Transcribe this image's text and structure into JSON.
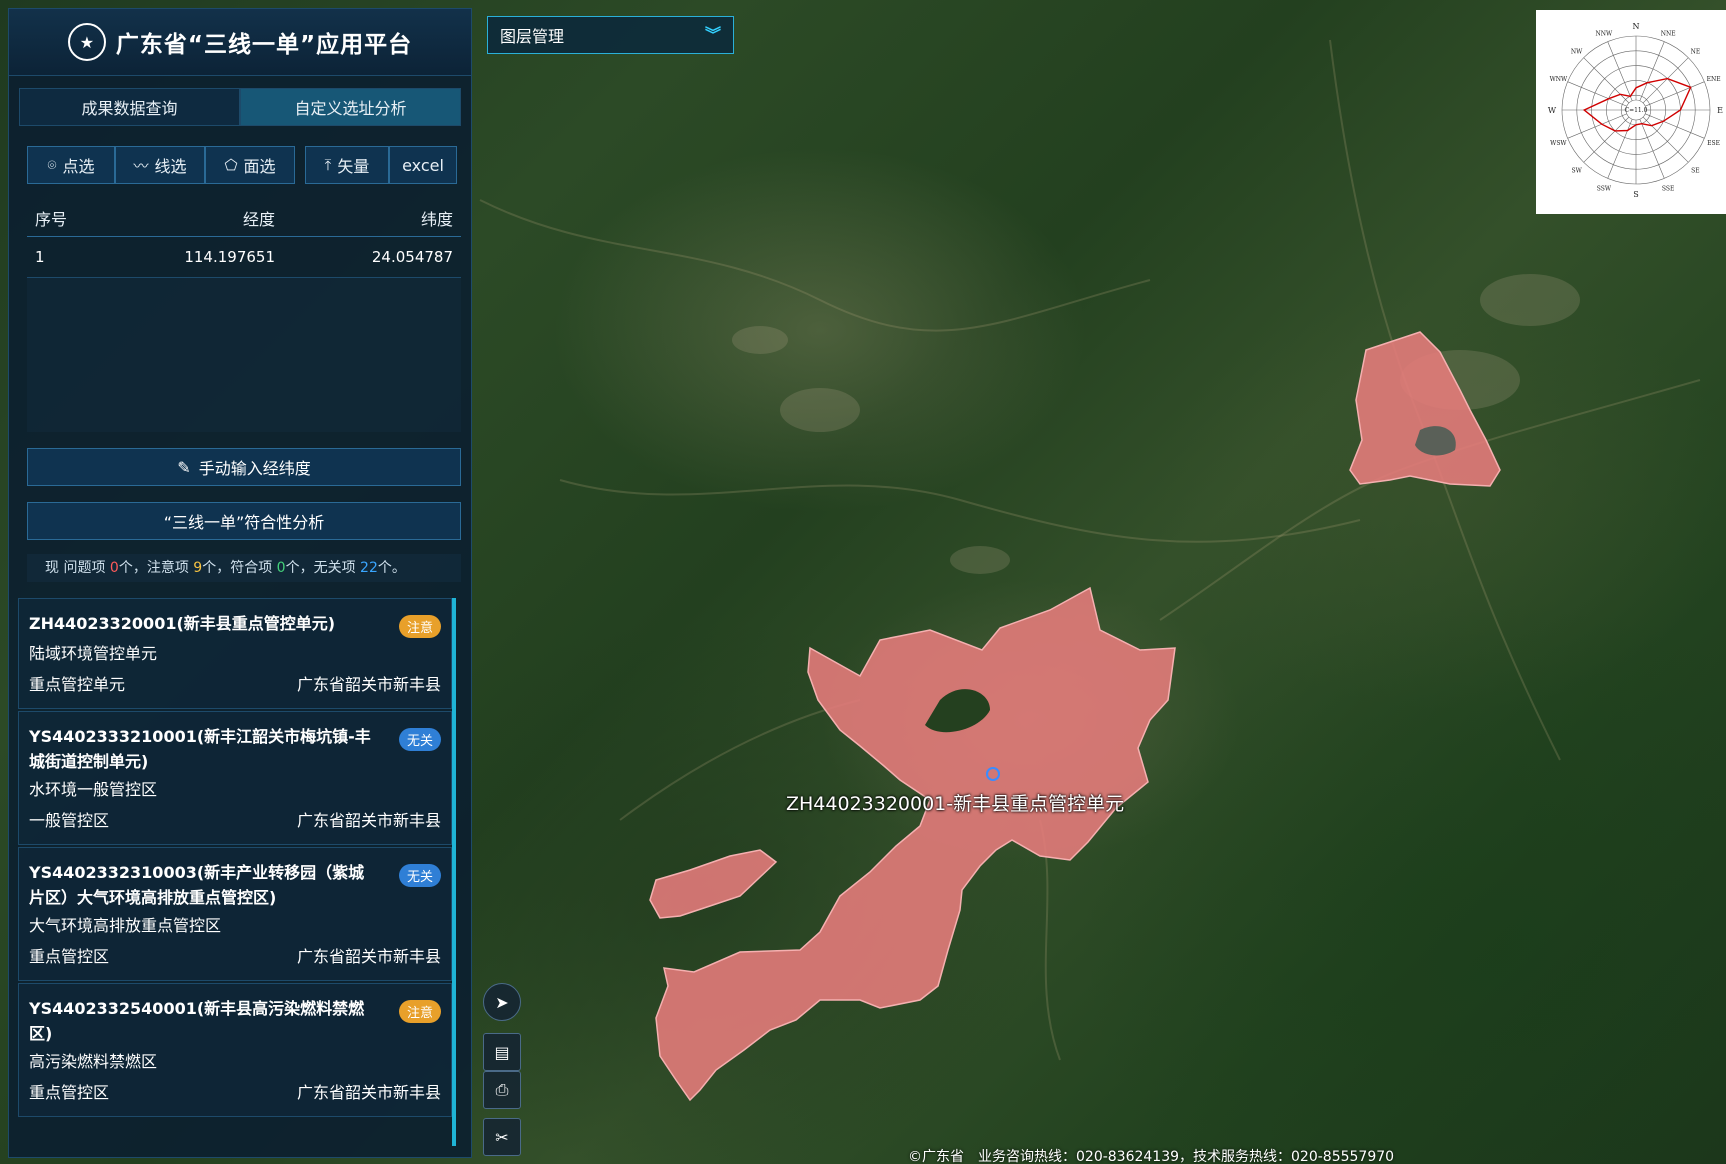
{
  "app": {
    "title": "广东省“三线一单”应用平台"
  },
  "tabs": [
    {
      "label": "成果数据查询",
      "active": false
    },
    {
      "label": "自定义选址分析",
      "active": true
    }
  ],
  "toolbar": {
    "point_select": "点选",
    "line_select": "线选",
    "area_select": "面选",
    "vector": "矢量",
    "excel": "excel"
  },
  "table": {
    "headers": [
      "序号",
      "经度",
      "纬度"
    ],
    "rows": [
      [
        "1",
        "114.197651",
        "24.054787"
      ]
    ]
  },
  "buttons": {
    "manual_input": "手动输入经纬度",
    "compliance_analysis": "“三线一单”符合性分析"
  },
  "summary": {
    "prefix": "现 问题项 ",
    "problem_count": "0",
    "t1": "个，注意项 ",
    "attention_count": "9",
    "t2": "个，符合项 ",
    "compliant_count": "0",
    "t3": "个，无关项 ",
    "irrelevant_count": "22",
    "t4": "个。"
  },
  "results": [
    {
      "code": "ZH44023320001(新丰县重点管控单元)",
      "badge": "注意",
      "badge_type": "warn",
      "category": "陆域环境管控单元",
      "level": "重点管控单元",
      "region": "广东省韶关市新丰县"
    },
    {
      "code": "YS4402333210001(新丰江韶关市梅坑镇-丰城街道控制单元)",
      "badge": "无关",
      "badge_type": "none",
      "category": "水环境一般管控区",
      "level": "一般管控区",
      "region": "广东省韶关市新丰县"
    },
    {
      "code": "YS4402332310003(新丰产业转移园（紫城片区）大气环境高排放重点管控区)",
      "badge": "无关",
      "badge_type": "none",
      "category": "大气环境高排放重点管控区",
      "level": "重点管控区",
      "region": "广东省韶关市新丰县"
    },
    {
      "code": "YS4402332540001(新丰县高污染燃料禁燃区)",
      "badge": "注意",
      "badge_type": "warn",
      "category": "高污染燃料禁燃区",
      "level": "重点管控区",
      "region": "广东省韶关市新丰县"
    }
  ],
  "layer_panel": {
    "label": "图层管理"
  },
  "map": {
    "unit_label": "ZH44023320001-新丰县重点管控单元",
    "polygon_color": "#e77c7c",
    "footer": "©广东省　业务咨询热线：020-83624139，技术服务热线：020-85557970"
  },
  "wind_rose": {
    "directions": [
      "N",
      "NNE",
      "NE",
      "ENE",
      "E",
      "ESE",
      "SE",
      "SSE",
      "S",
      "SSW",
      "SW",
      "WSW",
      "W",
      "WNW",
      "NW",
      "NNW"
    ],
    "center_label": "C=11.0",
    "values": [
      3,
      4,
      6,
      8,
      6,
      4,
      3,
      2,
      2,
      3,
      4,
      5,
      7,
      4,
      3,
      2
    ],
    "max": 10,
    "line_color": "#d00000"
  },
  "icons": {
    "emblem": "national-emblem-icon",
    "point": "location-pin-icon",
    "line": "polyline-icon",
    "area": "polygon-icon",
    "vector": "upload-icon",
    "edit": "pencil-icon",
    "compass": "compass-icon",
    "ruler": "measure-icon",
    "print": "print-icon",
    "cut": "scissors-icon"
  }
}
